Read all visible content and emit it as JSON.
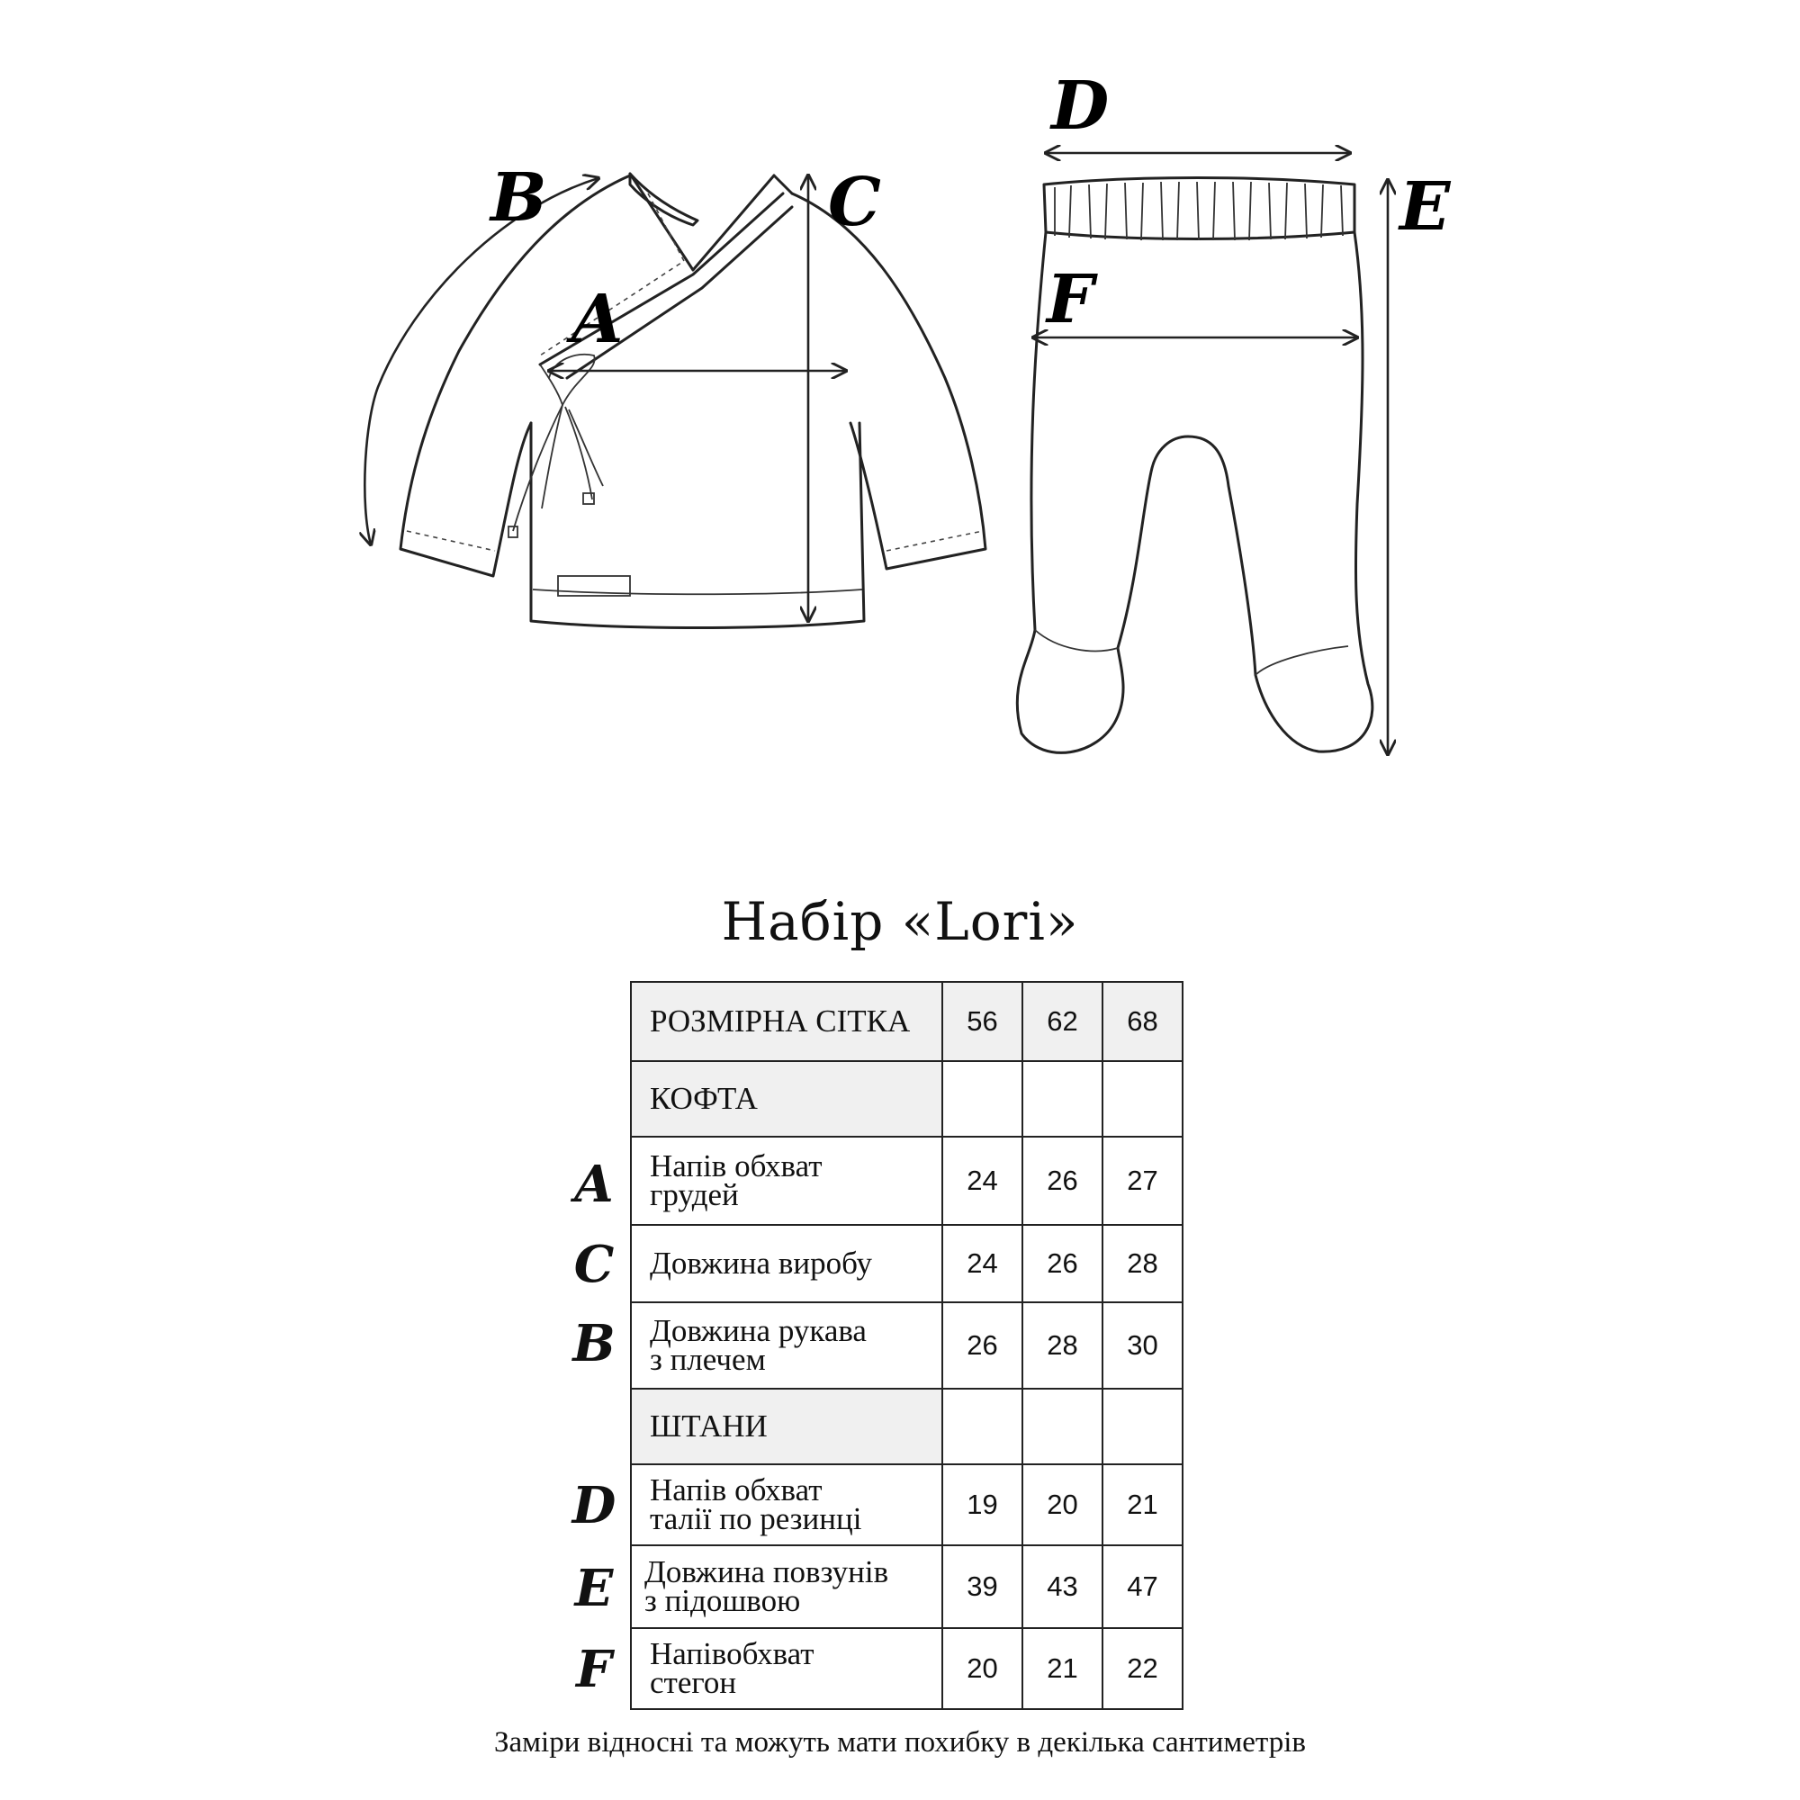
{
  "diagram_labels": {
    "A": "A",
    "B": "B",
    "C": "C",
    "D": "D",
    "E": "E",
    "F": "F"
  },
  "title": "Набір «Lori»",
  "table": {
    "header": {
      "label": "РОЗМІРНА СІТКА",
      "sizes": [
        "56",
        "62",
        "68"
      ]
    },
    "sections": [
      {
        "name": "КОФТА",
        "rows": [
          {
            "letter": "A",
            "line1": "Напів обхват",
            "line2": "грудей",
            "values": [
              "24",
              "26",
              "27"
            ]
          },
          {
            "letter": "C",
            "line1": "Довжина виробу",
            "line2": "",
            "values": [
              "24",
              "26",
              "28"
            ]
          },
          {
            "letter": "B",
            "line1": "Довжина рукава",
            "line2": "з плечем",
            "values": [
              "26",
              "28",
              "30"
            ]
          }
        ]
      },
      {
        "name": "ШТАНИ",
        "rows": [
          {
            "letter": "D",
            "line1": "Напів обхват",
            "line2": "талії по резинці",
            "values": [
              "19",
              "20",
              "21"
            ]
          },
          {
            "letter": "E",
            "line1": "Довжина повзунів",
            "line2": "з підошвою",
            "values": [
              "39",
              "43",
              "47"
            ]
          },
          {
            "letter": "F",
            "line1": "Напівобхват",
            "line2": "стегон",
            "values": [
              "20",
              "21",
              "22"
            ]
          }
        ]
      }
    ]
  },
  "footer": "Заміри відносні та можуть мати похибку в декілька сантиметрів"
}
